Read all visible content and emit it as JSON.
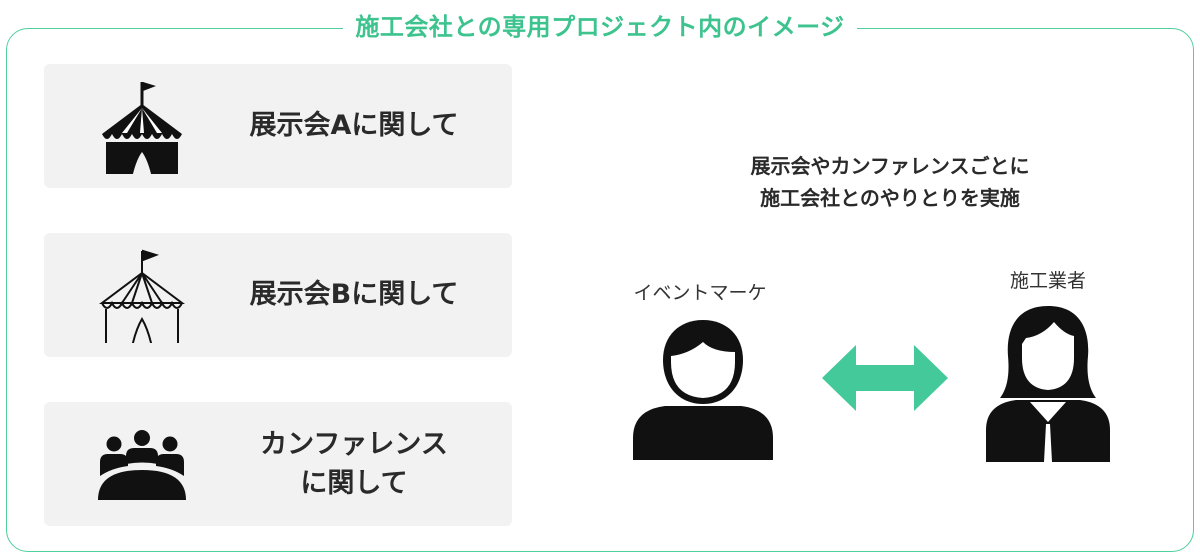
{
  "title": "施工会社との専用プロジェクト内のイメージ",
  "projects": [
    {
      "icon": "circus-tent-filled-icon",
      "lines": [
        "展示会Aに関して"
      ]
    },
    {
      "icon": "circus-tent-outline-icon",
      "lines": [
        "展示会Bに関して"
      ]
    },
    {
      "icon": "conference-meeting-icon",
      "lines": [
        "カンファレンス",
        "に関して"
      ]
    }
  ],
  "caption": {
    "line1": "展示会やカンファレンスごとに",
    "line2": "施工会社とのやりとりを実施"
  },
  "left_person": {
    "label": "イベントマーケ",
    "icon": "male-person-icon"
  },
  "right_person": {
    "label": "施工業者",
    "icon": "female-person-icon"
  },
  "connector": {
    "icon": "double-arrow-icon",
    "color": "#43c99a"
  },
  "colors": {
    "accent": "#3cc38e",
    "card_bg": "#f2f2f2",
    "icon": "#111111"
  }
}
